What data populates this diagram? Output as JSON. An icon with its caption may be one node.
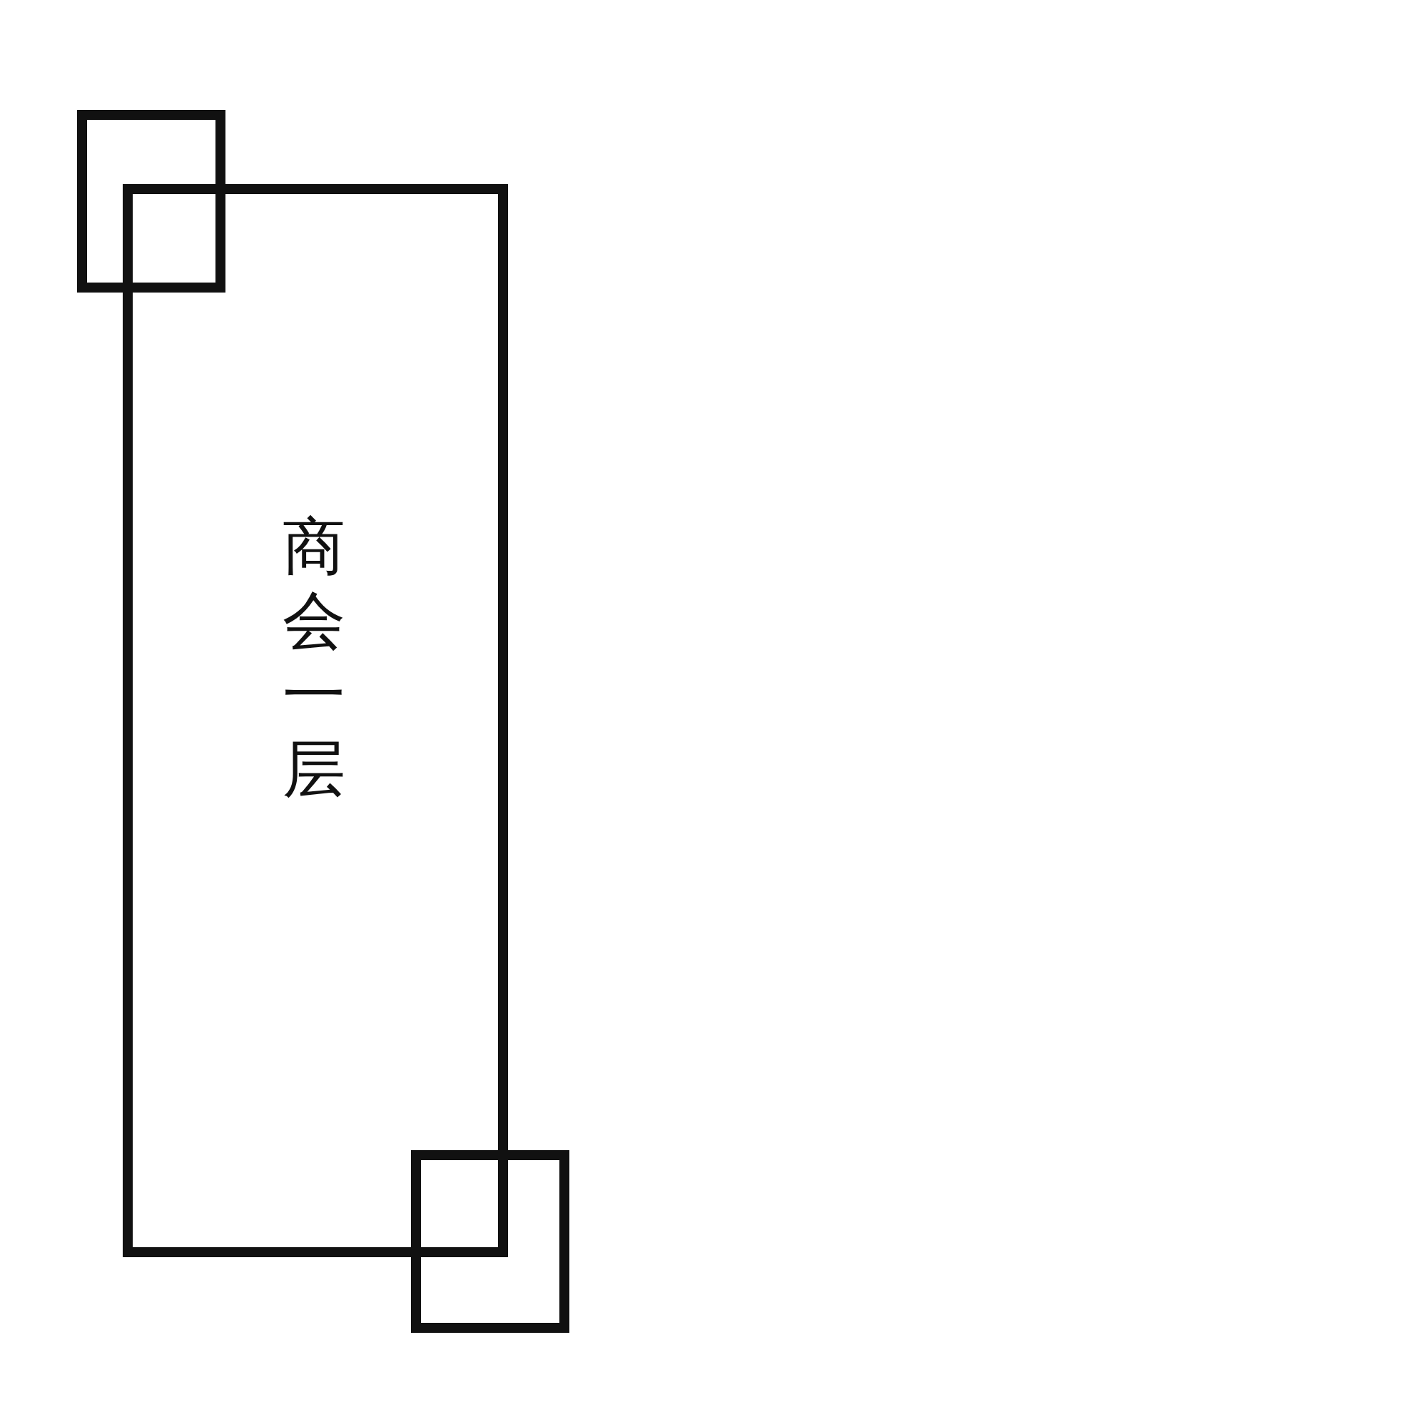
{
  "diagram": {
    "nodes": [
      {
        "text": [
          "商会一层"
        ]
      },
      {
        "text": [],
        "shape": "box"
      },
      {
        "text": [],
        "shape": "box"
      }
    ]
  }
}
